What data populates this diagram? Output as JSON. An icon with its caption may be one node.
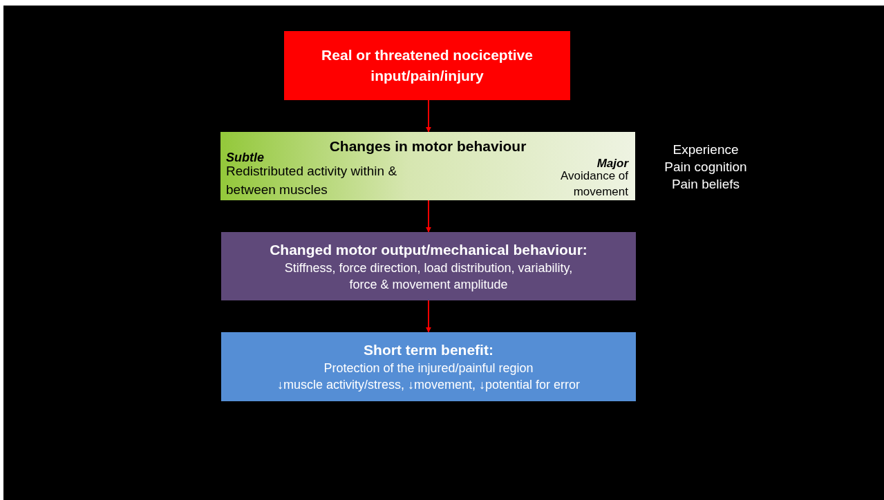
{
  "diagram": {
    "nodes": [
      {
        "text": [
          "Real or threatened nociceptive input/pain/injury"
        ]
      },
      {
        "text": [
          "Changes in motor behaviour",
          "Subtle",
          "Redistributed activity within & between muscles",
          "Major",
          "Avoidance of movement"
        ]
      },
      {
        "text": [
          "Changed motor output/mechanical behaviour:",
          "Stiffness, force direction, load distribution, variability, force & movement amplitude"
        ]
      },
      {
        "text": [
          "Short term benefit:",
          "Protection of the injured/painful region",
          "↓muscle activity/stress, ↓movement, ↓potential for error"
        ]
      }
    ],
    "edges": [
      {
        "from": 0,
        "to": 1,
        "arrow": "to"
      },
      {
        "from": 1,
        "to": 2,
        "arrow": "to"
      },
      {
        "from": 2,
        "to": 3,
        "arrow": "to"
      }
    ],
    "labels": [
      "Experience",
      "Pain cognition",
      "Pain beliefs"
    ]
  }
}
